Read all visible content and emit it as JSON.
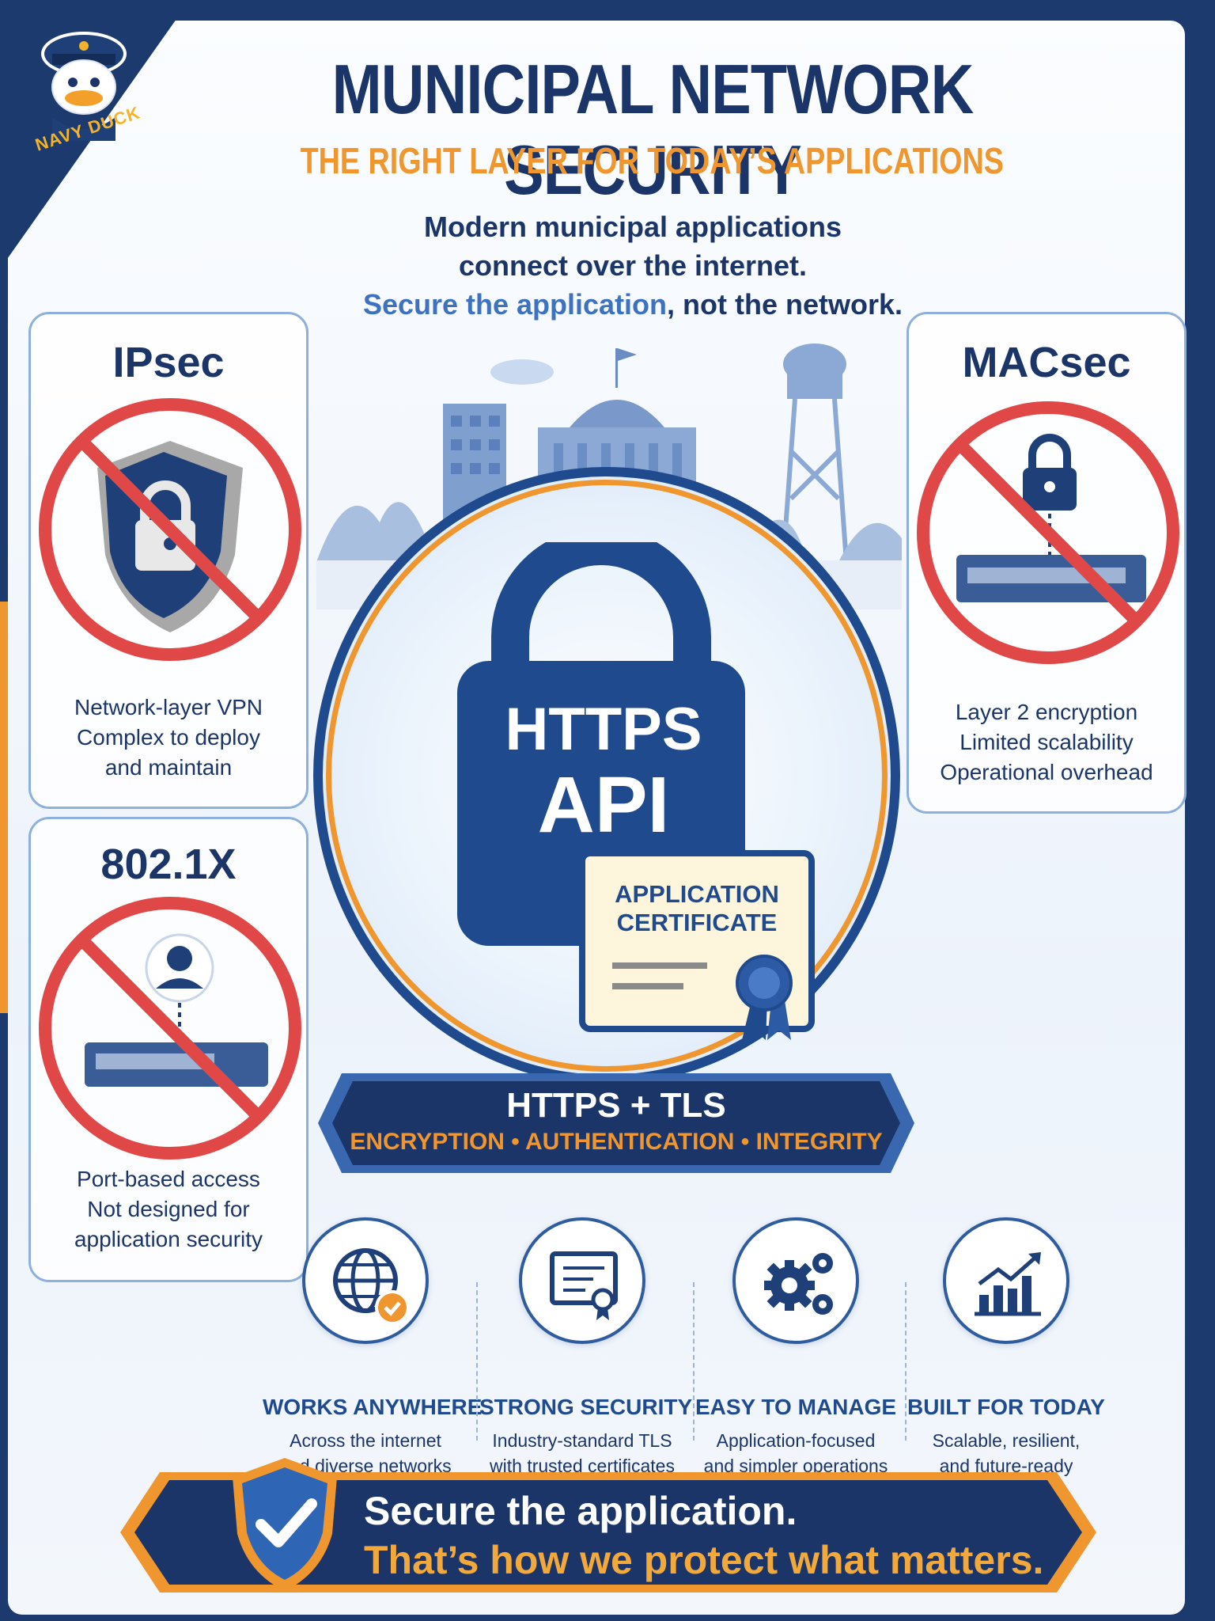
{
  "brand": {
    "logo_text": "NAVY DUCK"
  },
  "header": {
    "title": "MUNICIPAL NETWORK SECURITY",
    "subtitle": "THE RIGHT LAYER FOR TODAY’S APPLICATIONS"
  },
  "intro": {
    "line1": "Modern municipal applications",
    "line2": "connect over the internet.",
    "highlight": "Secure the application",
    "line3_rest": ", not the network."
  },
  "cards": {
    "ipsec": {
      "title": "IPsec",
      "icon": "shield-lock-icon",
      "lines": [
        "Network-layer VPN",
        "Complex to deploy",
        "and maintain"
      ]
    },
    "dot1x": {
      "title": "802.1X",
      "icon": "user-switch-icon",
      "lines": [
        "Port-based access",
        "Not designed for",
        "application security"
      ]
    },
    "macsec": {
      "title": "MACsec",
      "icon": "lock-switch-icon",
      "lines": [
        "Layer 2 encryption",
        "Limited scalability",
        "Operational overhead"
      ]
    }
  },
  "center": {
    "lock_line1": "HTTPS",
    "lock_line2": "API",
    "cert_line1": "APPLICATION",
    "cert_line2": "CERTIFICATE",
    "banner_title": "HTTPS + TLS",
    "banner_sub": "ENCRYPTION • AUTHENTICATION • INTEGRITY"
  },
  "features": [
    {
      "icon": "globe-check-icon",
      "title": "WORKS ANYWHERE",
      "line1": "Across the internet",
      "line2": "and diverse networks"
    },
    {
      "icon": "certificate-icon",
      "title": "STRONG SECURITY",
      "line1": "Industry-standard TLS",
      "line2": "with trusted certificates"
    },
    {
      "icon": "gears-icon",
      "title": "EASY TO MANAGE",
      "line1": "Application-focused",
      "line2": "and simpler operations"
    },
    {
      "icon": "growth-chart-icon",
      "title": "BUILT FOR TODAY",
      "line1": "Scalable, resilient,",
      "line2": "and future-ready"
    }
  ],
  "footer": {
    "line1": "Secure the application.",
    "line2": "That’s how we protect what matters."
  },
  "colors": {
    "navy": "#1c3568",
    "blue": "#1f4a8e",
    "accent_blue": "#3d72c0",
    "orange": "#f0962e",
    "red": "#e04848",
    "paper": "#fdf6dd"
  }
}
